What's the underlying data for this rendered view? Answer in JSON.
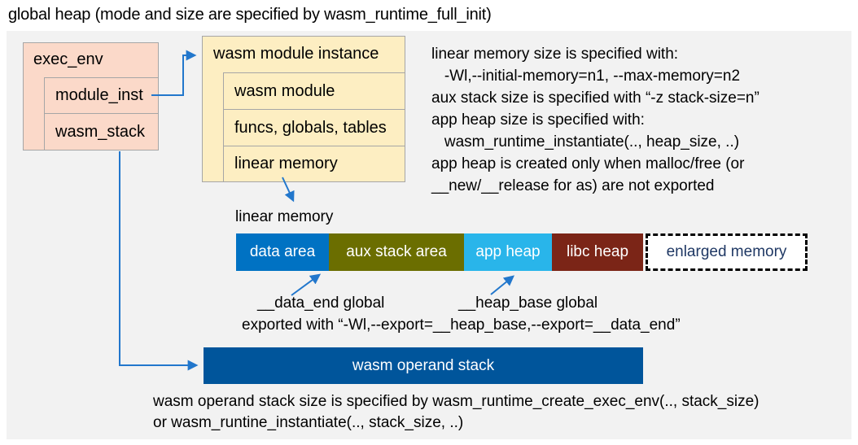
{
  "title": "global heap (mode and size are specified by wasm_runtime_full_init)",
  "exec_env": {
    "label": "exec_env",
    "rows": [
      "module_inst",
      "wasm_stack"
    ]
  },
  "module_instance": {
    "label": "wasm module instance",
    "rows": [
      "wasm module",
      "funcs, globals, tables",
      "linear memory"
    ]
  },
  "notes_right": [
    "linear memory size is specified with:",
    "   -Wl,--initial-memory=n1, --max-memory=n2",
    "aux stack size is specified with “-z stack-size=n”",
    "app heap size is specified with:",
    "   wasm_runtime_instantiate(.., heap_size, ..)",
    "app heap is created only when malloc/free (or",
    "__new/__release for as) are not exported"
  ],
  "linear_memory": {
    "label": "linear memory",
    "segments": [
      {
        "label": "data area",
        "color": "#0072c3",
        "text_color": "#ffffff"
      },
      {
        "label": "aux stack area",
        "color": "#6b6e00",
        "text_color": "#ffffff"
      },
      {
        "label": "app heap",
        "color": "#29b5ea",
        "text_color": "#ffffff"
      },
      {
        "label": "libc heap",
        "color": "#7b2517",
        "text_color": "#ffffff"
      },
      {
        "label": "enlarged memory",
        "color": "#ffffff",
        "text_color": "#1f3864"
      }
    ]
  },
  "annotations": {
    "data_end": "__data_end global",
    "heap_base": "__heap_base global",
    "export_line": "exported with “-Wl,--export=__heap_base,--export=__data_end”"
  },
  "operand_stack": {
    "label": "wasm operand stack",
    "color": "#00559b"
  },
  "notes_bottom": [
    "wasm operand stack size is specified by wasm_runtime_create_exec_env(.., stack_size)",
    "or wasm_runtine_instantiate(.., stack_size, ..)"
  ],
  "colors": {
    "panel_bg": "#f2f2f2",
    "exec_env_fill": "#fbd9c9",
    "module_instance_fill": "#fdeec2",
    "box_border": "#a6a6a6",
    "arrow": "#2277cc",
    "enlarged_border": "#000000"
  }
}
